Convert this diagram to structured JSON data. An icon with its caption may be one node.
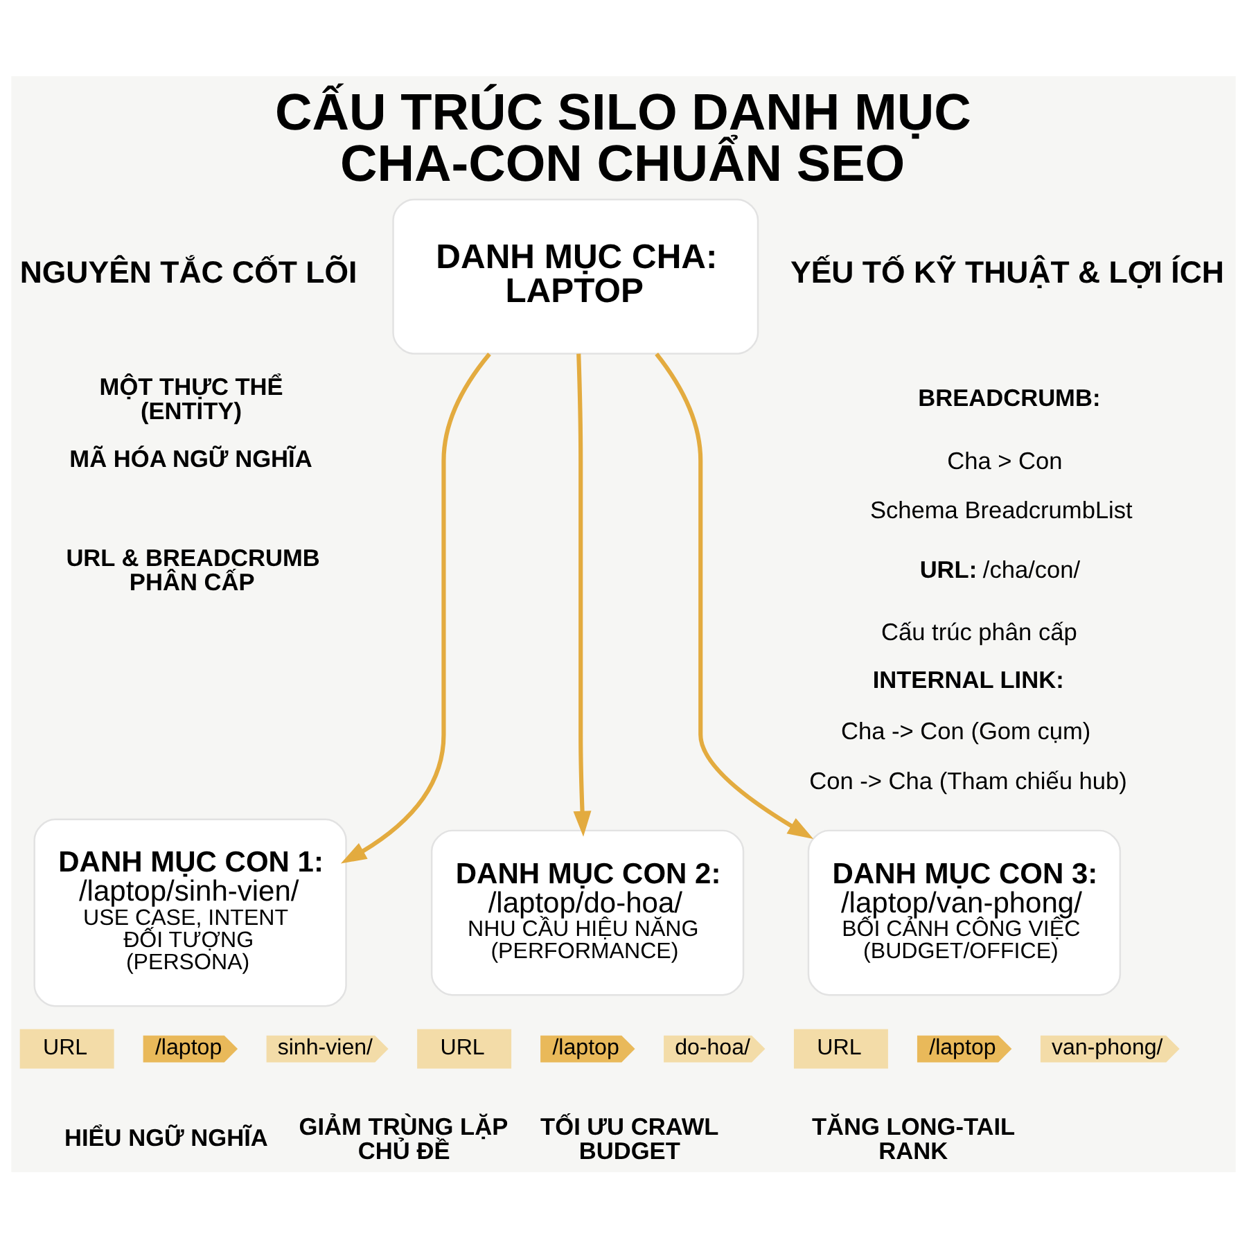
{
  "diagram": {
    "title": "CẤU TRÚC SILO DANH MỤC CHA-CON CHUẨN SEO",
    "nodes": [
      {
        "text": [
          "DANH MỤC CHA: LAPTOP"
        ]
      },
      {
        "text": [
          "DANH MỤC CON 1:",
          "/laptop/sinh-vien/",
          "USE CASE, INTENT ĐỐI TƯỢNG (PERSONA)"
        ]
      },
      {
        "text": [
          "DANH MỤC CON 2:",
          "/laptop/do-hoa/",
          "NHU CẦU HIỆU NĂNG (PERFORMANCE)"
        ]
      },
      {
        "text": [
          "DANH MỤC CON 3:",
          "/laptop/van-phong/",
          "BỐI CẢNH CÔNG VIỆC (BUDGET/OFFICE)"
        ]
      },
      {
        "text": [
          "URL"
        ]
      },
      {
        "text": [
          "/laptop"
        ]
      },
      {
        "text": [
          "sinh-vien/"
        ]
      },
      {
        "text": [
          "URL"
        ]
      },
      {
        "text": [
          "/laptop"
        ]
      },
      {
        "text": [
          "do-hoa/"
        ]
      },
      {
        "text": [
          "URL"
        ]
      },
      {
        "text": [
          "/laptop"
        ]
      },
      {
        "text": [
          "van-phong/"
        ]
      }
    ],
    "edges": [
      {
        "from": 0,
        "to": 1,
        "arrow": "to"
      },
      {
        "from": 0,
        "to": 2,
        "arrow": "to"
      },
      {
        "from": 0,
        "to": 3,
        "arrow": "to"
      }
    ],
    "labels": [
      "NGUYÊN TẮC CỐT LÕI",
      "MỘT THỰC THỂ (ENTITY)",
      "MÃ HÓA NGỮ NGHĨA",
      "URL & BREADCRUMB PHÂN CẤP",
      "YẾU TỐ KỸ THUẬT & LỢI ÍCH",
      "BREADCRUMB:",
      "Cha > Con",
      "Schema BreadcrumbList",
      "**URL:** /cha/con/",
      "Cấu trúc phân cấp",
      "INTERNAL LINK:",
      "Cha -> Con (Gom cụm)",
      "Con -> Cha (Tham chiếu hub)",
      "HIỂU NGỮ NGHĨA",
      "GIẢM TRÙNG LẶP CHỦ ĐỀ",
      "TỐI ƯU CRAWL BUDGET",
      "TĂNG LONG-TAIL RANK"
    ]
  }
}
